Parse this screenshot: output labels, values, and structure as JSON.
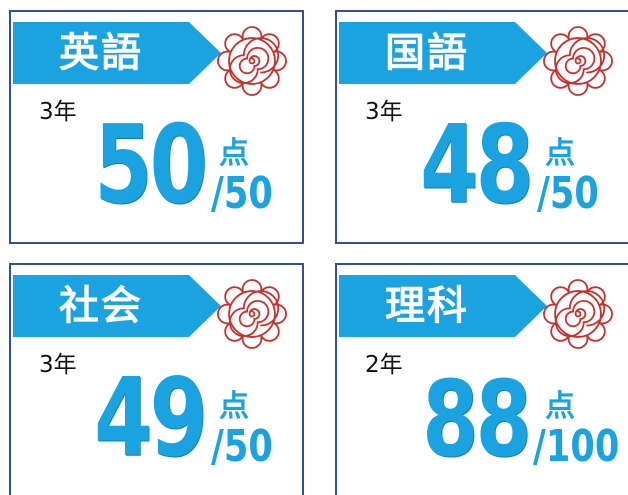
{
  "colors": {
    "accent": "#1aa3e0",
    "border": "#2f4fa0",
    "flower": "#c9302c"
  },
  "cards": [
    {
      "subject": "英語",
      "grade": "3年",
      "score": "50",
      "unit": "点",
      "max": "/50"
    },
    {
      "subject": "国語",
      "grade": "3年",
      "score": "48",
      "unit": "点",
      "max": "/50"
    },
    {
      "subject": "社会",
      "grade": "3年",
      "score": "49",
      "unit": "点",
      "max": "/50"
    },
    {
      "subject": "理科",
      "grade": "2年",
      "score": "88",
      "unit": "点",
      "max": "/100"
    }
  ],
  "decoration_icon": "flower-spiral-icon"
}
